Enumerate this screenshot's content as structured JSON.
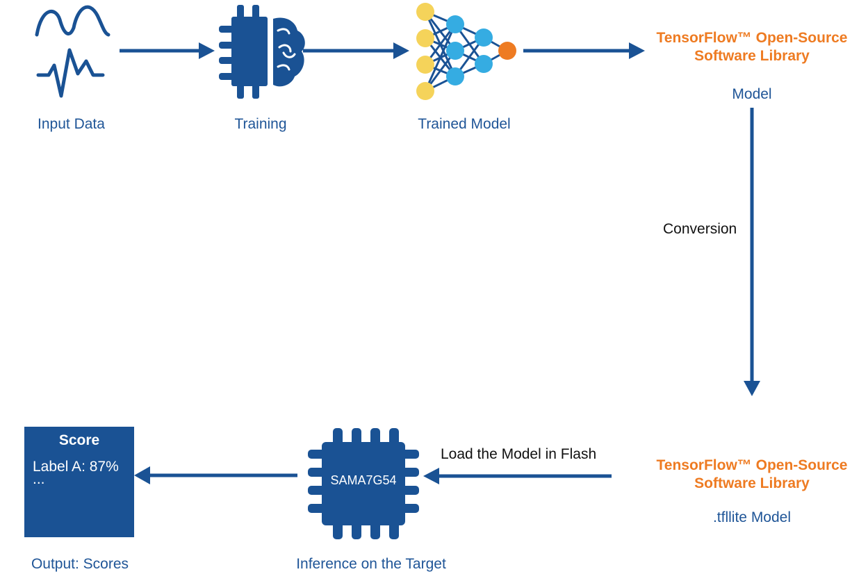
{
  "colors": {
    "primary_blue": "#1a5294",
    "label_blue": "#1f5597",
    "tensorflow_orange": "#ee7b22",
    "input_neuron_yellow": "#f5d35a",
    "hidden_neuron_cyan": "#35ace2",
    "output_neuron_orange": "#ee7b22"
  },
  "top_flow": {
    "input_data": {
      "label": "Input Data",
      "icon": "waveform-signal-icon"
    },
    "training": {
      "label": "Training",
      "icon": "chip-brain-icon"
    },
    "trained_model": {
      "label": "Trained Model",
      "icon": "neural-network-icon"
    },
    "tensorflow_top": {
      "title_line1": "TensorFlow™ Open-Source",
      "title_line2": "Software Library",
      "subtitle": "Model"
    }
  },
  "conversion": {
    "label": "Conversion"
  },
  "bottom_flow": {
    "tensorflow_bottom": {
      "title_line1": "TensorFlow™ Open-Source",
      "title_line2": "Software Library",
      "subtitle": ".tfllite Model"
    },
    "load_label": "Load the Model in Flash",
    "chip": {
      "name": "SAMA7G54",
      "label": "Inference on the Target",
      "icon": "microcontroller-chip-icon"
    },
    "score": {
      "title": "Score",
      "line": "Label A: 87%",
      "more": "...",
      "label": "Output: Scores"
    }
  }
}
